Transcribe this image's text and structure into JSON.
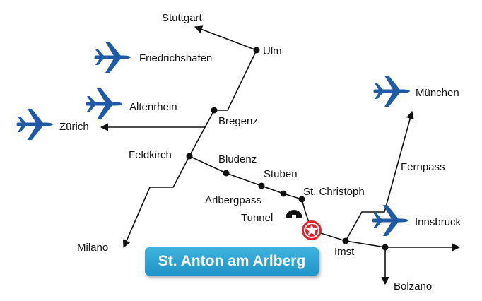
{
  "destination": "St. Anton am Arlberg",
  "places": {
    "stuttgart": "Stuttgart",
    "ulm": "Ulm",
    "friedrichshafen": "Friedrichshafen",
    "altenrhein": "Altenrhein",
    "bregenz": "Bregenz",
    "zurich": "Zürich",
    "feldkirch": "Feldkirch",
    "bludenz": "Bludenz",
    "stuben": "Stuben",
    "arlbergpass": "Arlbergpass",
    "st_christoph": "St. Christoph",
    "tunnel": "Tunnel",
    "milano": "Milano",
    "muenchen": "München",
    "fernpass": "Fernpass",
    "innsbruck": "Innsbruck",
    "imst": "Imst",
    "bolzano": "Bolzano"
  },
  "airports": [
    "Friedrichshafen",
    "Altenrhein",
    "Zürich",
    "München",
    "Innsbruck"
  ],
  "colors": {
    "airplane": "#1f5aa6",
    "badge": "#2aa5d6",
    "star_ring": "#e0202a",
    "roads": "#111111"
  },
  "icons": {
    "airport": "airplane-icon",
    "destination": "star-icon",
    "tunnel": "tunnel-icon"
  }
}
